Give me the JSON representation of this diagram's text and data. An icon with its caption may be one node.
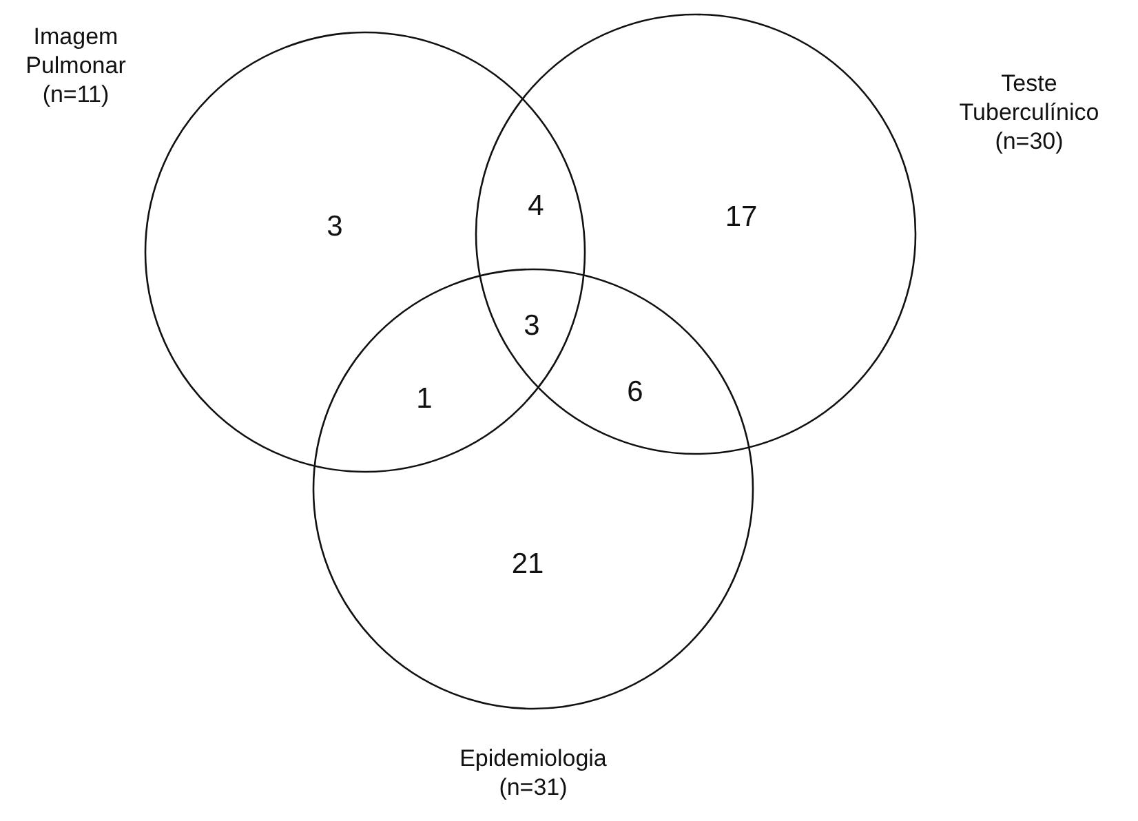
{
  "diagram": {
    "nodes": [
      {
        "text": [
          "Imagem Pulmonar",
          "(n=11)"
        ]
      },
      {
        "text": [
          "Teste Tuberculínico",
          "(n=30)"
        ]
      },
      {
        "text": [
          "Epidemiologia",
          "(n=31)"
        ]
      }
    ],
    "labels": [
      "3",
      "4",
      "17",
      "3",
      "1",
      "6",
      "21"
    ]
  }
}
